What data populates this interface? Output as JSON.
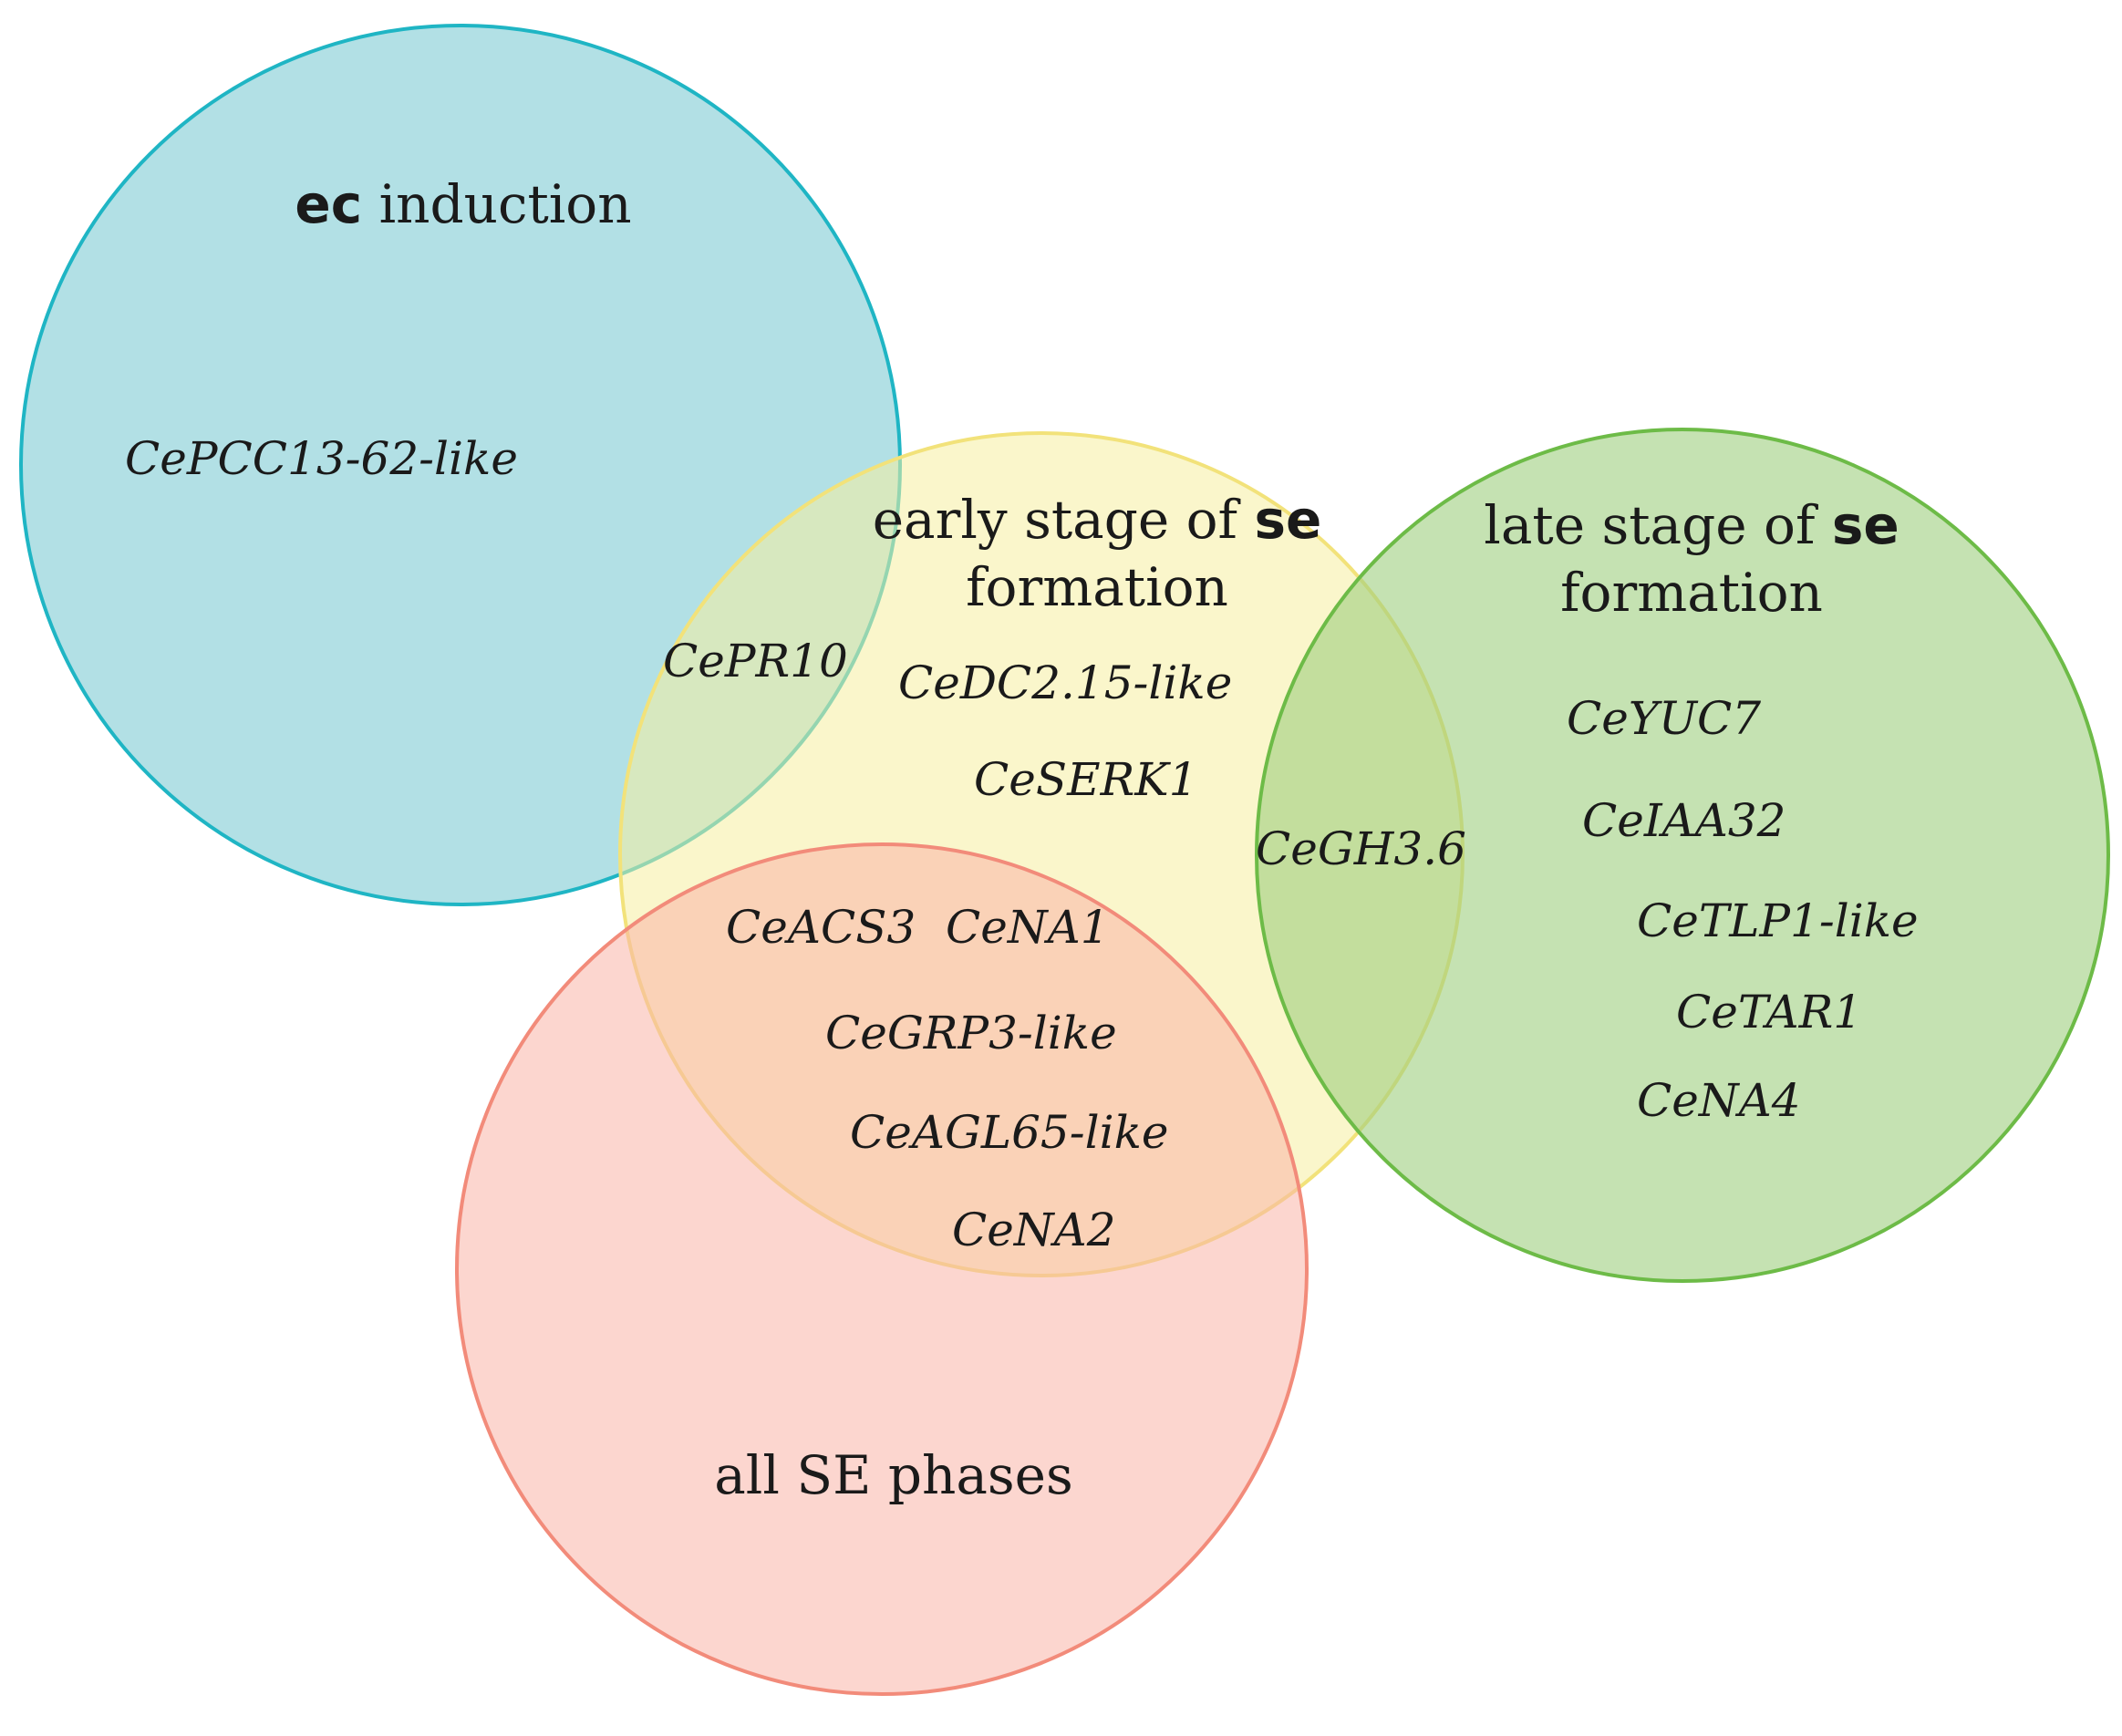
{
  "colors": {
    "ec_fill": "#7fcbd3",
    "ec_stroke": "#1fb5c4",
    "early_fill": "#f6eea0",
    "early_stroke": "#f2e27a",
    "late_fill": "#9fcf7e",
    "late_stroke": "#6dbb47",
    "all_fill": "#f9b4a8",
    "all_stroke": "#f28b7a"
  },
  "sets": {
    "ec": {
      "title_bold": "ec",
      "title_rest": " induction"
    },
    "early": {
      "title_line1_prefix": "early stage of ",
      "title_line1_bold": "se",
      "title_line2": "formation"
    },
    "late": {
      "title_line1_prefix": "late stage of ",
      "title_line1_bold": "se",
      "title_line2": "formation"
    },
    "all": {
      "title": "all SE phases"
    }
  },
  "genes": {
    "ec_only": [
      "CePCC13-62-like"
    ],
    "ec_early": [
      "CePR10"
    ],
    "early_only": [
      "CeDC2.15-like",
      "CeSERK1"
    ],
    "early_late": [
      "CeGH3.6"
    ],
    "early_all": [
      "CeACS3",
      "CeNA1",
      "CeGRP3-like",
      "CeAGL65-like",
      "CeNA2"
    ],
    "late_only": [
      "CeYUC7",
      "CeIAA32",
      "CeTLP1-like",
      "CeTAR1",
      "CeNA4"
    ]
  }
}
